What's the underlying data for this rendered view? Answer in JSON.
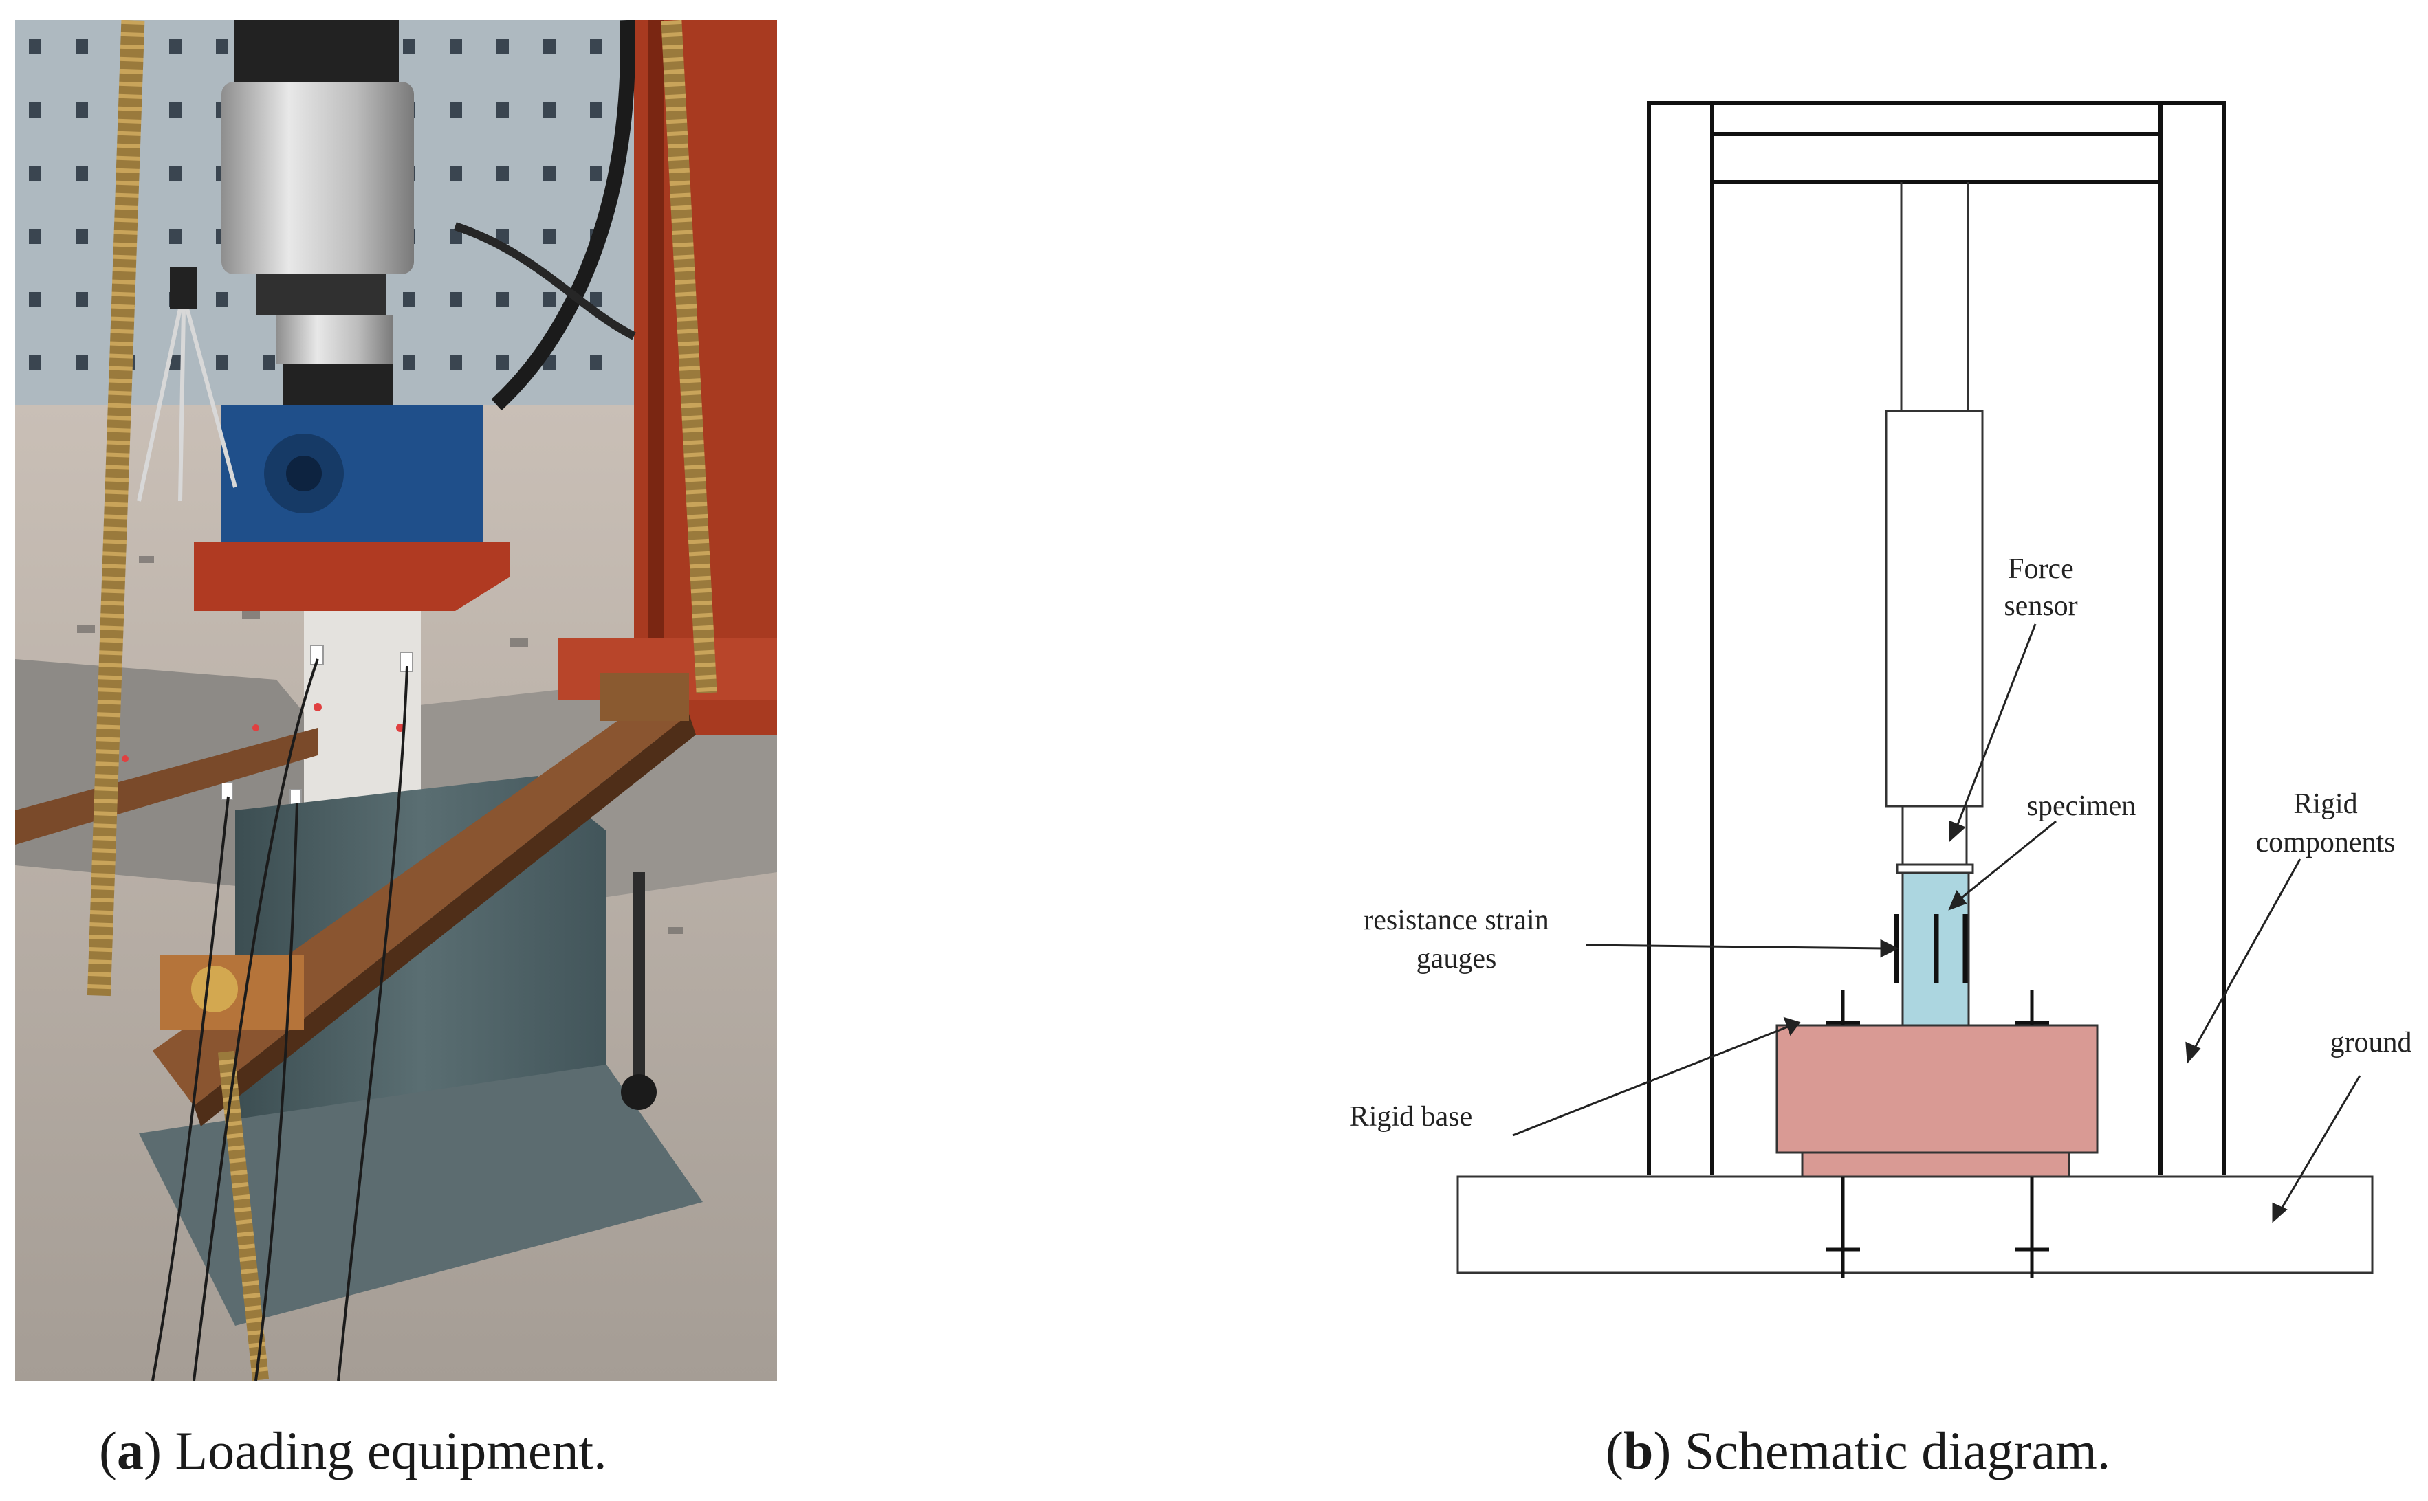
{
  "panels": {
    "a": {
      "letter": "a",
      "caption": " Loading equipment."
    },
    "b": {
      "letter": "b",
      "caption": " Schematic diagram.",
      "labels": {
        "force_sensor_line1": "Force",
        "force_sensor_line2": "sensor",
        "specimen": "specimen",
        "rigid_components_line1": "Rigid",
        "rigid_components_line2": "components",
        "strain_gauges_line1": "resistance strain",
        "strain_gauges_line2": "gauges",
        "ground": "ground",
        "rigid_base": "Rigid base"
      }
    }
  },
  "colors": {
    "specimen_fill": "#acd6e0",
    "rigid_base_fill": "#d99a94",
    "steel_red": "#b03a22",
    "steel_blue": "#1f4f8a",
    "pedestal_gray": "#4e6266"
  }
}
